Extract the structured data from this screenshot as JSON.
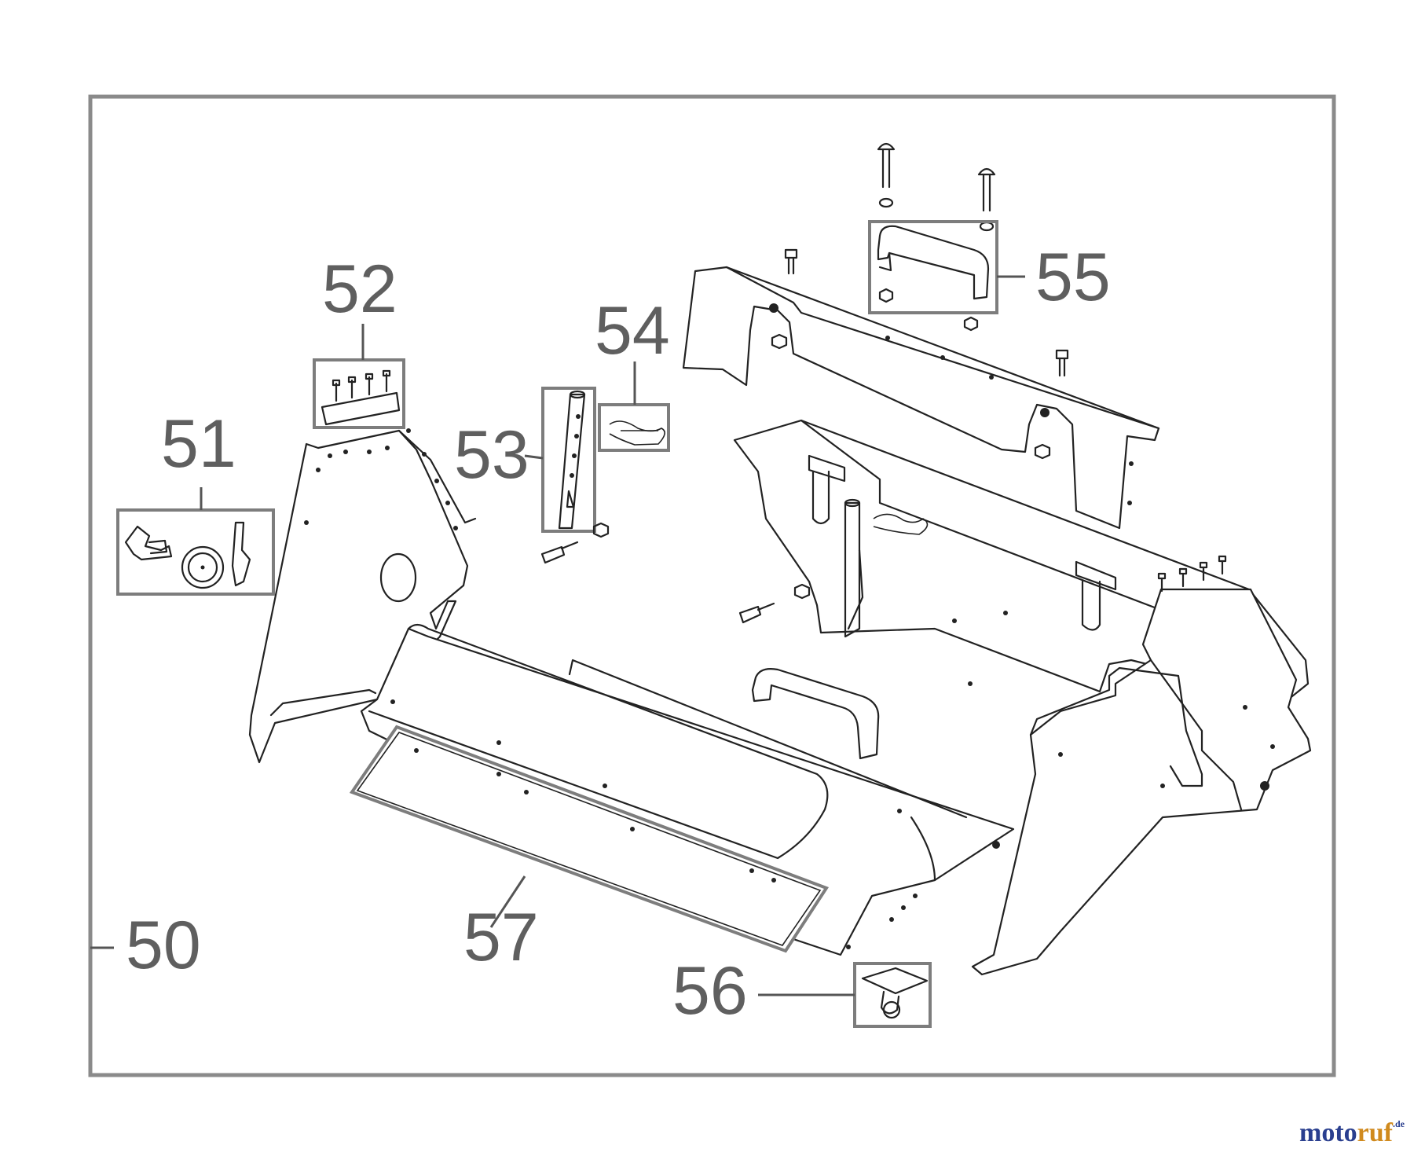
{
  "diagram": {
    "labels": [
      "50",
      "51",
      "52",
      "53",
      "54",
      "55",
      "56",
      "57"
    ]
  },
  "logo": {
    "part1": "moto",
    "part2": "ruf",
    "part3": ".de"
  }
}
